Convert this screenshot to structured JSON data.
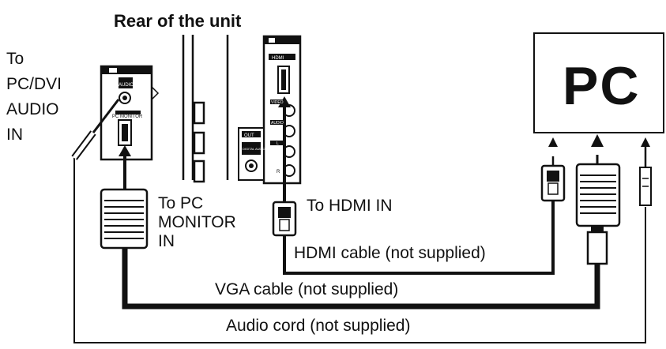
{
  "title": "Rear of the unit",
  "pc_label": "PC",
  "labels": {
    "audio_in": [
      "To",
      "PC/DVI",
      "AUDIO",
      "IN"
    ],
    "pc_monitor_in": [
      "To PC",
      "MONITOR",
      "IN"
    ],
    "hdmi_in": "To HDMI IN",
    "hdmi_cable": "HDMI cable (not supplied)",
    "vga_cable": "VGA cable (not supplied)",
    "audio_cord": "Audio cord (not supplied)"
  },
  "panel_texts": {
    "left_panel": [
      "IN",
      "AUDIO",
      "PC MONITOR"
    ],
    "right_panel": [
      "IN",
      "HDMI",
      "VIDEO",
      "AUDIO",
      "L",
      "R",
      "OUT",
      "DIGITAL AUDIO"
    ]
  }
}
